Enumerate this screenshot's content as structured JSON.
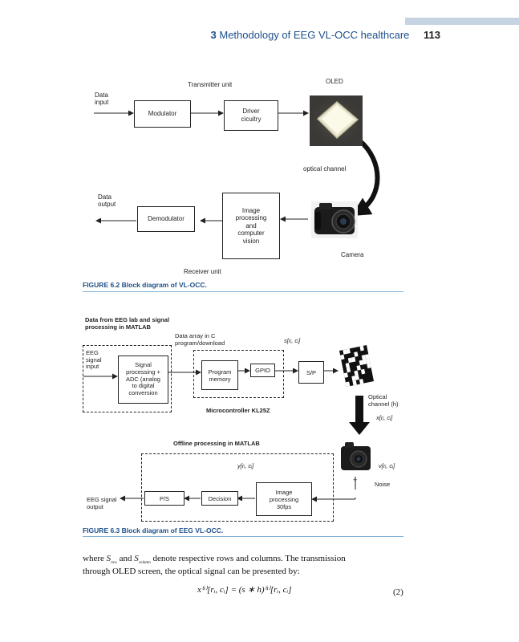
{
  "header": {
    "chapter_num": "3",
    "chapter_title": "Methodology of EEG VL-OCC healthcare",
    "page_number": "113"
  },
  "fig62": {
    "transmitter_unit": "Transmitter unit",
    "oled_label": "OLED",
    "data_input": "Data\ninput",
    "modulator": "Modulator",
    "driver": "Driver\ncicuitry",
    "optical_channel": "optical channel",
    "data_output": "Data\noutput",
    "demodulator": "Demodulator",
    "image_processing": "Image\nprocessing\nand\ncomputer\nvision",
    "camera": "Camera",
    "receiver_unit": "Receiver unit",
    "caption": "FIGURE 6.2 Block diagram of VL-OCC."
  },
  "fig63": {
    "title": "Data from EEG lab and signal\nprocessing in MATLAB",
    "data_array": "Data array in C\nprogram/download",
    "s_label": "s[rᵢ, cᵢ]",
    "eeg_input": "EEG\nsignal\ninput",
    "signal_proc": "Signal\nprocessing +\nADC (analog\nto digital\nconversion",
    "program_memory": "Program\nmemory",
    "gpio": "GPIO",
    "sp": "S/P",
    "optical_channel": "Optical\nchannel (h)",
    "x_label": "x[rᵢ, cᵢ]",
    "microcontroller": "Microcontroller KL25Z",
    "offline": "Offline processing in MATLAB",
    "y_label": "y[rᵢ, cᵢ]",
    "v_label": "v[rᵢ, cᵢ]",
    "plus": "+",
    "noise": "Noise",
    "eeg_output": "EEG signal\noutput",
    "ps": "P/S",
    "decision": "Decision",
    "image_proc": "Image\nprocessing\n30fps",
    "caption": "FIGURE 6.3 Block diagram of EEG VL-OCC."
  },
  "body": {
    "line1": "where S_row and S_column denote respective rows and columns. The transmission",
    "line2": "through OLED screen, the optical signal can be presented by:",
    "equation": "x⁽ᵗ⁾[rᵢ, cᵢ] = (s ∗ h)⁽ᵗ⁾[rᵢ, cᵢ]",
    "eq_number": "(2)"
  }
}
